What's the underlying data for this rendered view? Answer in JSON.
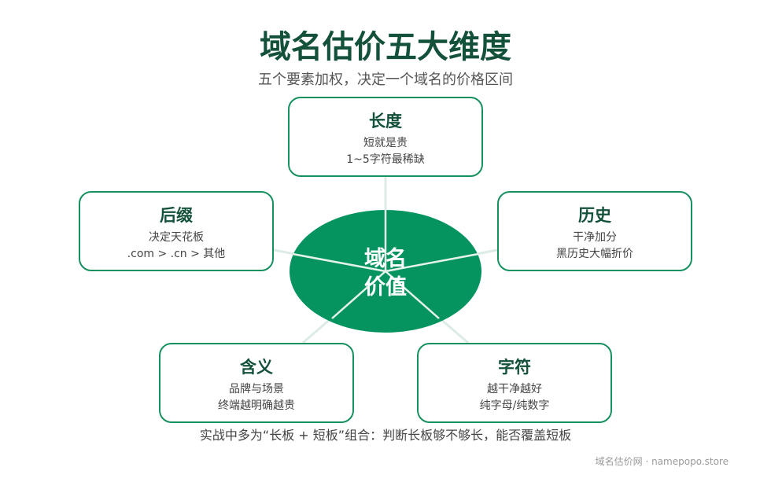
{
  "header": {
    "title": "域名估价五大维度",
    "subtitle": "五个要素加权，决定一个域名的价格区间"
  },
  "center": {
    "line1": "域名",
    "line2": "价值"
  },
  "dimensions": [
    {
      "title": "长度",
      "desc1": "短就是贵",
      "desc2": "1~5字符最稀缺"
    },
    {
      "title": "后缀",
      "desc1": "决定天花板",
      "desc2": ".com > .cn > 其他"
    },
    {
      "title": "历史",
      "desc1": "干净加分",
      "desc2": "黑历史大幅折价"
    },
    {
      "title": "含义",
      "desc1": "品牌与场景",
      "desc2": "终端越明确越贵"
    },
    {
      "title": "字符",
      "desc1": "越干净越好",
      "desc2": "纯字母/纯数字"
    }
  ],
  "footnote": "实战中多为“长板 + 短板”组合：判断长板够不够长，能否覆盖短板",
  "watermark": "域名估价网 · namepopo.store",
  "colors": {
    "primary": "#05945f",
    "border": "#17905f",
    "title": "#13513a",
    "connector": "#dcebe4"
  }
}
